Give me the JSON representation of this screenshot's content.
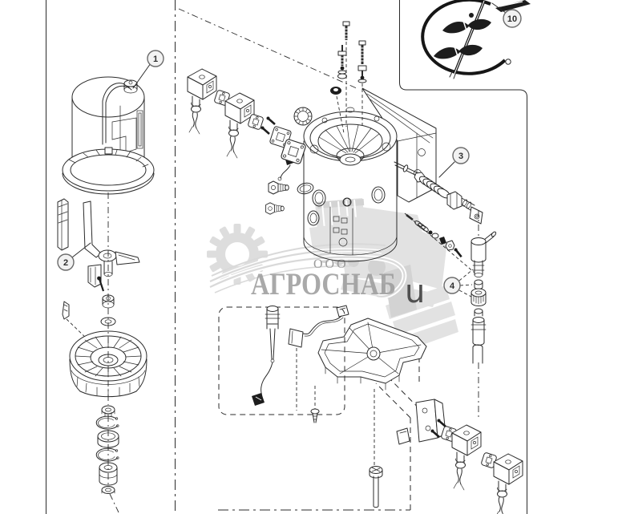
{
  "diagram": {
    "callouts": [
      {
        "id": "callout-1",
        "label": "1"
      },
      {
        "id": "callout-2",
        "label": "2"
      },
      {
        "id": "callout-3",
        "label": "3"
      },
      {
        "id": "callout-4",
        "label": "4"
      },
      {
        "id": "callout-10",
        "label": "10"
      }
    ],
    "watermark": {
      "org_form": "ООО",
      "company": "АГРОСНАБ",
      "letter": "u"
    },
    "colors": {
      "background": "#ffffff",
      "line": "#2b2b2b",
      "callout_fill": "#f2f2f2",
      "callout_stroke": "#6a6a6a",
      "watermark_text": "#9b9b9b",
      "watermark_art": "#c6c6c6",
      "watermark_letter": "#4f4f4f"
    }
  }
}
